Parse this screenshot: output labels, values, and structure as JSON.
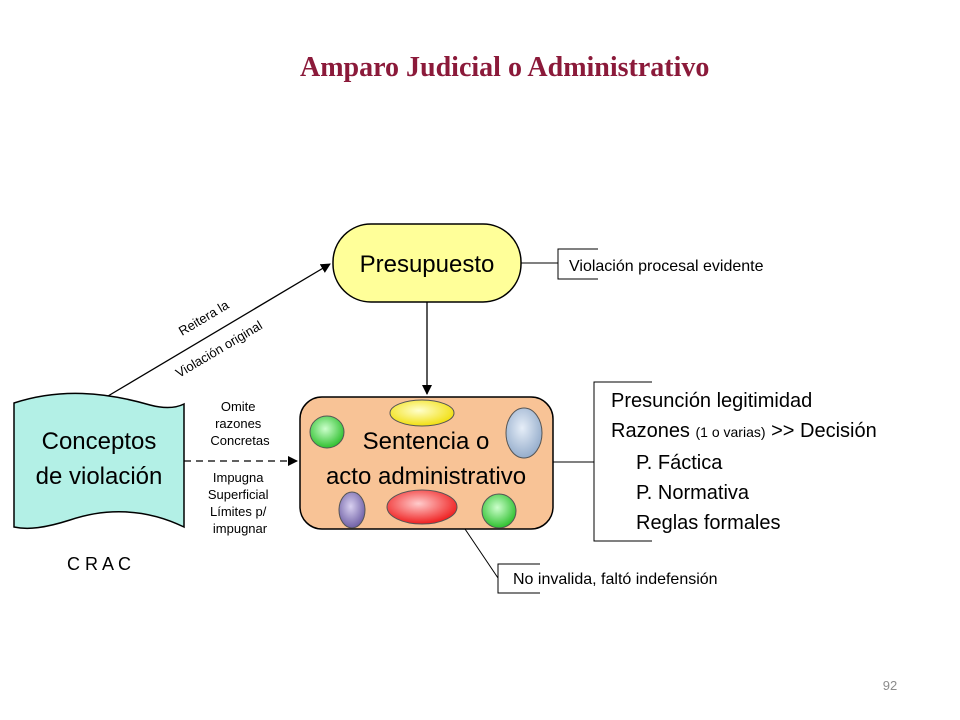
{
  "title": "Amparo Judicial o Administrativo",
  "page_number": "92",
  "nodes": {
    "presupuesto": "Presupuesto",
    "sentencia_line1": "Sentencia o",
    "sentencia_line2": "acto administrativo",
    "conceptos_line1": "Conceptos",
    "conceptos_line2": "de violación",
    "crac": "C R A C"
  },
  "edge_labels": {
    "reitera": "Reitera la",
    "violacion_original": "Violación original",
    "omite": [
      "Omite",
      "razones",
      "Concretas"
    ],
    "impugna": [
      "Impugna",
      "Superficial",
      "Límites p/",
      "impugnar"
    ]
  },
  "annotations": {
    "violacion_procesal": "Violación procesal evidente",
    "no_invalida": "No invalida, faltó indefensión",
    "bracket": {
      "line1": "Presunción legitimidad",
      "line2_main": "Razones ",
      "line2_small": "(1 o varias)",
      "line2_end": " >> Decisión",
      "line3": "P. Fáctica",
      "line4": "P. Normativa",
      "line5": "Reglas formales"
    }
  },
  "colors": {
    "title": "#8b1a3a",
    "presupuesto_fill": "#ffff99",
    "sentencia_fill": "#f8c396",
    "conceptos_fill": "#b3f0e6",
    "ellipse_yellow": "#ffee33",
    "ellipse_blue": "#b0c4de",
    "ellipse_green": "#44dd44",
    "ellipse_purple": "#8878b8",
    "ellipse_red": "#ff3333"
  }
}
